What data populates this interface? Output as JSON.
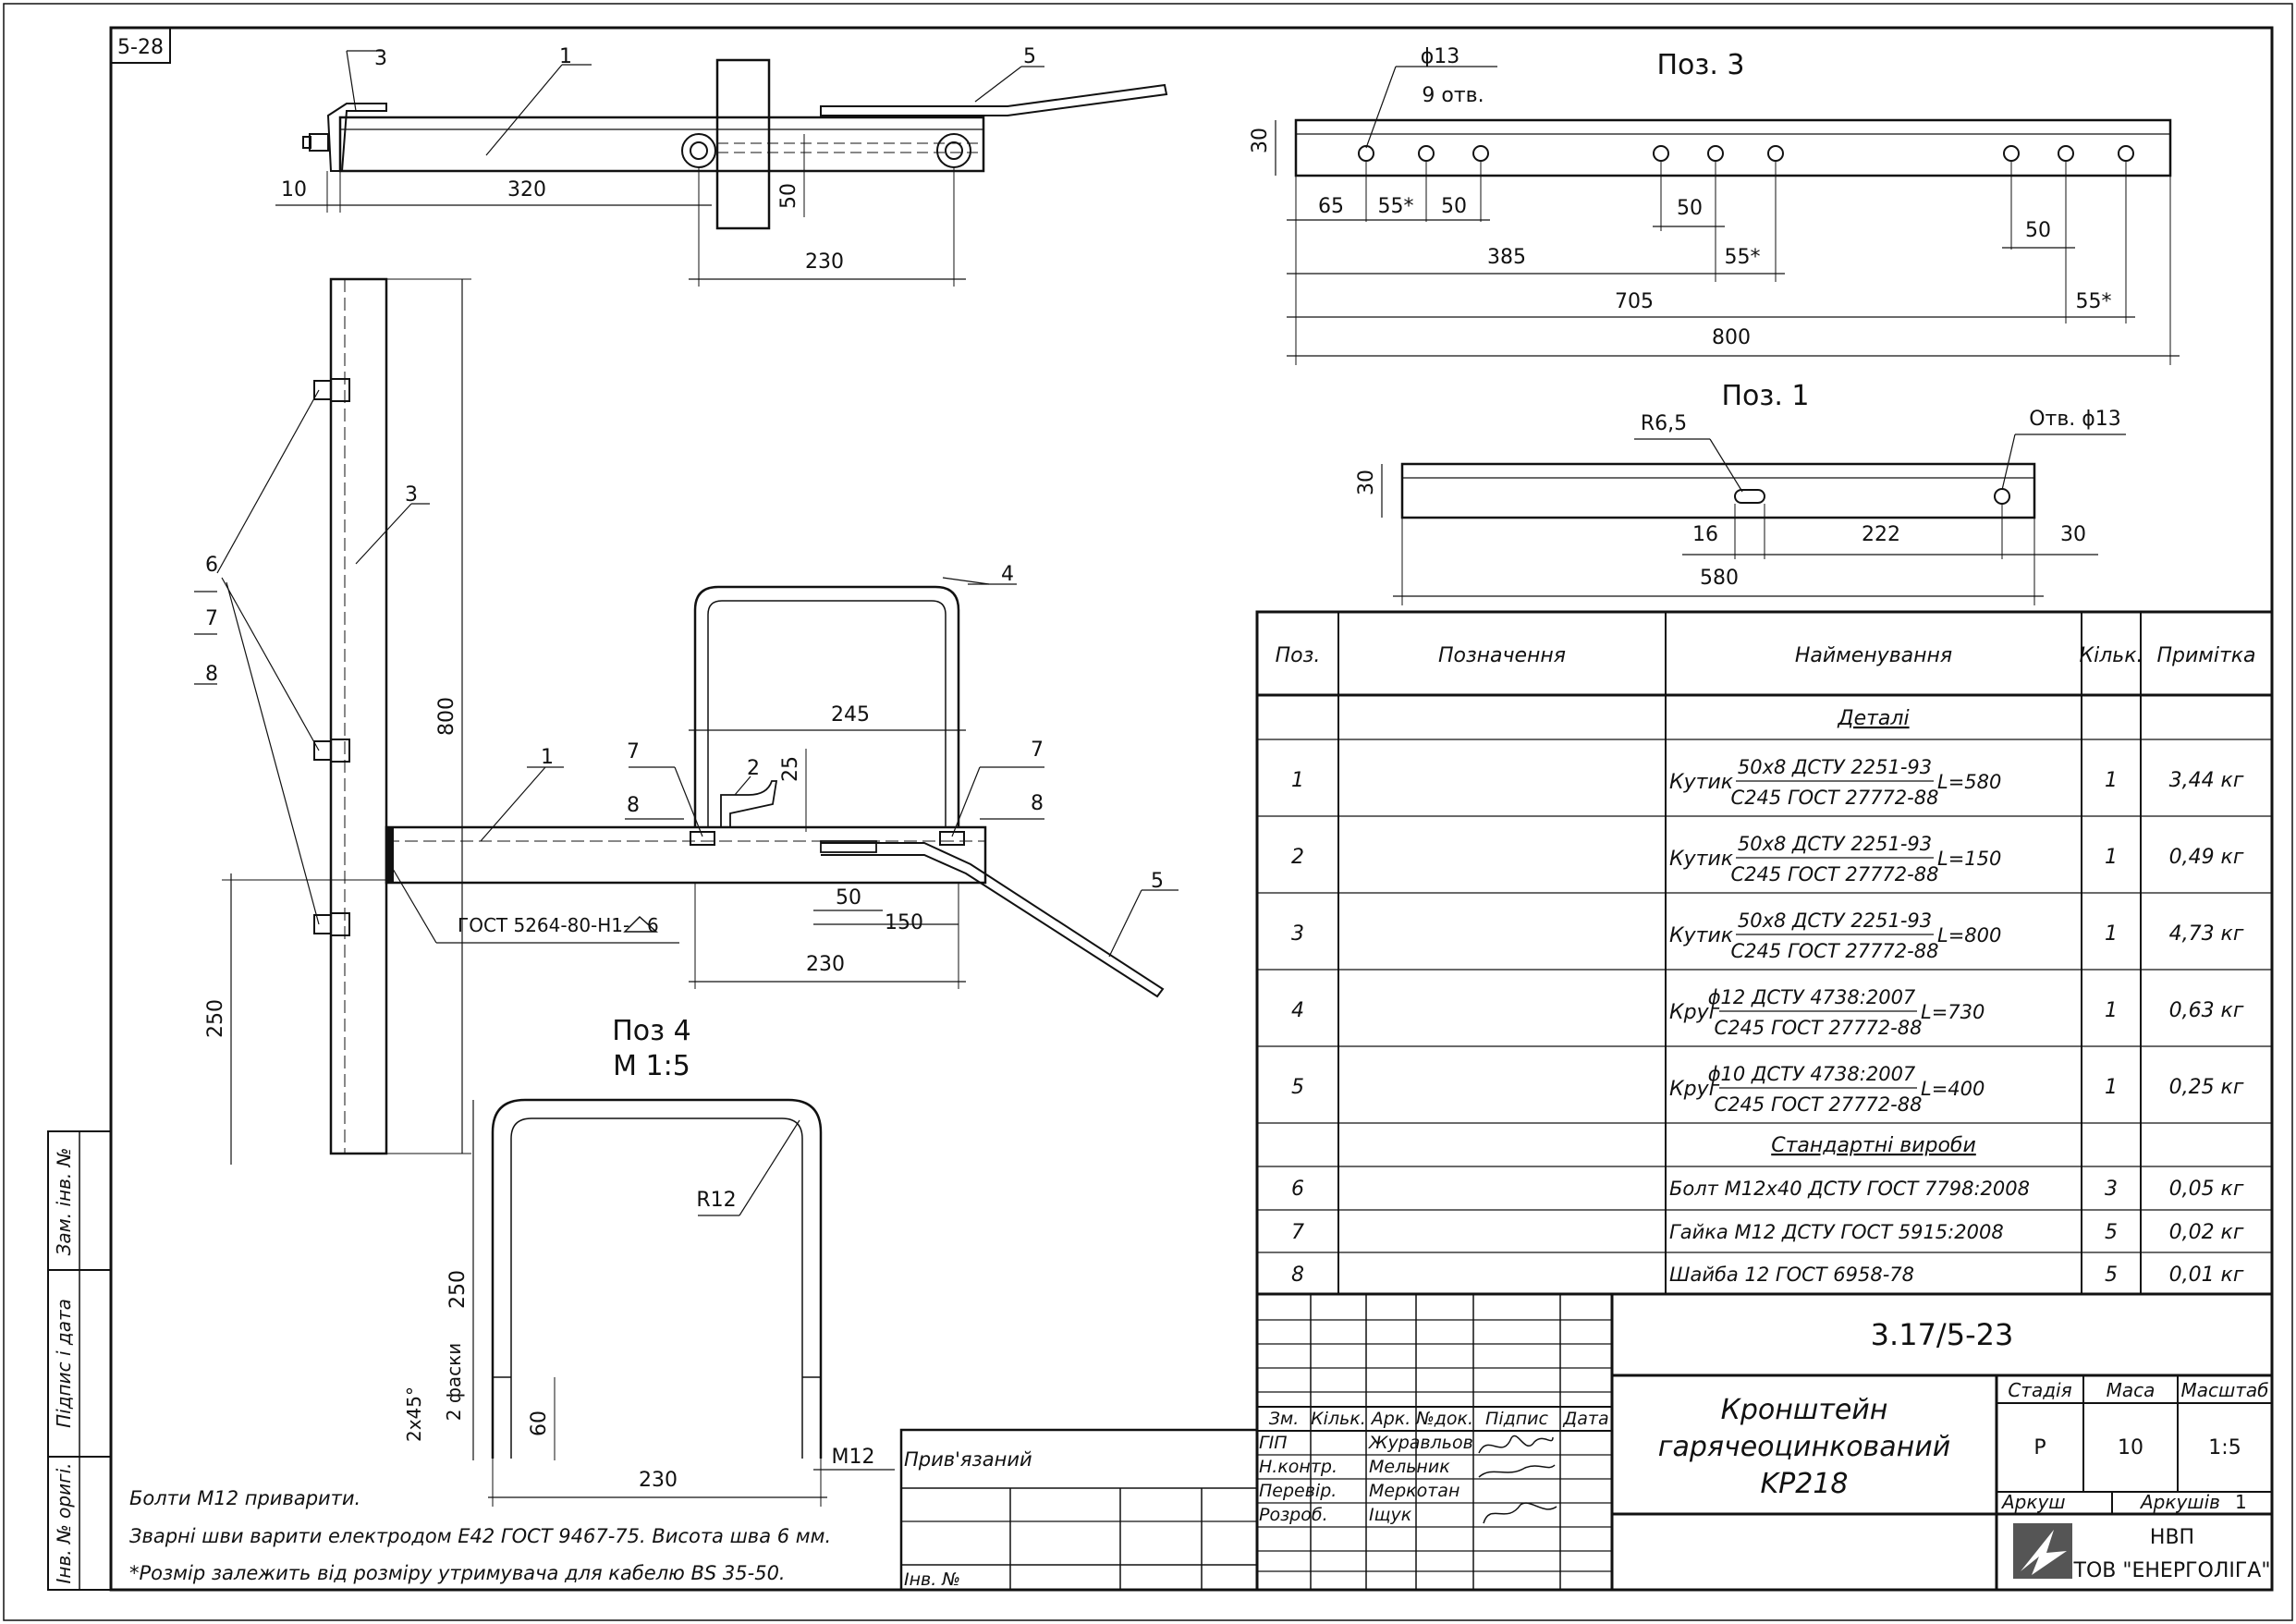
{
  "sheet": {
    "number": "5-28",
    "doc_code": "3.17/5-23",
    "title_lines": [
      "Кронштейн",
      "гарячеоцинкований",
      "KP218"
    ],
    "stage_label": "Стадія",
    "stage": "Р",
    "mass_label": "Маса",
    "mass": "10",
    "scale_label": "Масштаб",
    "scale": "1:5",
    "sheet_label": "Аркуш",
    "sheets_label": "Аркушів",
    "sheets": "1",
    "org_line1": "НВП",
    "org_line2": "ТОВ \"ЕНЕРГОЛІГА\""
  },
  "left_margin": {
    "label1": "Зам. інв. №",
    "label2": "Підпис і дата",
    "label3": "Інв. № оригі."
  },
  "bottom_block": {
    "attached": "Прив'язаний",
    "inv": "Інв. №"
  },
  "stamp": {
    "headers": [
      "Зм.",
      "Кільк.",
      "Арк.",
      "№док.",
      "Підпис",
      "Дата"
    ],
    "rows": [
      {
        "role": "ГІП",
        "name": "Журавльов"
      },
      {
        "role": "Н.контр.",
        "name": "Мельник"
      },
      {
        "role": "Перевір.",
        "name": "Меркотан"
      },
      {
        "role": "Розроб.",
        "name": "Іщук"
      }
    ]
  },
  "spec": {
    "headers": [
      "Поз.",
      "Позначення",
      "Найменування",
      "Кільк.",
      "Примітка"
    ],
    "section_details": "Деталі",
    "section_std": "Стандартні вироби",
    "details": [
      {
        "pos": "1",
        "prefix": "Кутик",
        "top": "50x8 ДСТУ 2251-93",
        "bottom": "С245 ГОСТ 27772-88",
        "len": "L=580",
        "qty": "1",
        "note": "3,44 кг"
      },
      {
        "pos": "2",
        "prefix": "Кутик",
        "top": "50x8 ДСТУ 2251-93",
        "bottom": "С245 ГОСТ 27772-88",
        "len": "L=150",
        "qty": "1",
        "note": "0,49 кг"
      },
      {
        "pos": "3",
        "prefix": "Кутик",
        "top": "50x8 ДСТУ 2251-93",
        "bottom": "С245 ГОСТ 27772-88",
        "len": "L=800",
        "qty": "1",
        "note": "4,73 кг"
      },
      {
        "pos": "4",
        "prefix": "Круг",
        "top": "ϕ12 ДСТУ 4738:2007",
        "bottom": "С245 ГОСТ 27772-88",
        "len": "L=730",
        "qty": "1",
        "note": "0,63 кг"
      },
      {
        "pos": "5",
        "prefix": "Круг",
        "top": "ϕ10 ДСТУ 4738:2007",
        "bottom": "С245 ГОСТ 27772-88",
        "len": "L=400",
        "qty": "1",
        "note": "0,25 кг"
      }
    ],
    "standard": [
      {
        "pos": "6",
        "name": "Болт М12х40 ДСТУ ГОСТ 7798:2008",
        "qty": "3",
        "note": "0,05 кг"
      },
      {
        "pos": "7",
        "name": "Гайка М12 ДСТУ ГОСТ 5915:2008",
        "qty": "5",
        "note": "0,02 кг"
      },
      {
        "pos": "8",
        "name": "Шайба 12 ГОСТ 6958-78",
        "qty": "5",
        "note": "0,01 кг"
      }
    ]
  },
  "notes": [
    "Болти М12 приварити.",
    "Зварні шви варити електродом Е42 ГОСТ 9467-75. Висота шва 6 мм.",
    "*Розмір залежить від розміру утримувача для кабелю BS 35-50."
  ],
  "pos3": {
    "title": "Поз. 3",
    "hole": "ϕ13",
    "holes": "9 отв.",
    "dims": {
      "h": "30",
      "a": "65",
      "b": "55*",
      "c": "50",
      "d": "50",
      "e": "385",
      "f": "55*",
      "g": "50",
      "i": "705",
      "j": "55*",
      "k": "800"
    }
  },
  "pos1": {
    "title": "Поз. 1",
    "radius": "R6,5",
    "hole": "Отв. ϕ13",
    "dims": {
      "h": "30",
      "a": "16",
      "b": "222",
      "c": "30",
      "d": "580"
    }
  },
  "pos4": {
    "title": "Поз 4",
    "scale": "М 1:5",
    "radius": "R12",
    "dims": {
      "h": "250",
      "chamfer1": "2x45°",
      "chamfer2": "2 фаски",
      "thread": "60",
      "w": "230",
      "m": "М12"
    }
  },
  "top_view": {
    "labels": [
      "3",
      "1",
      "5"
    ],
    "dims": {
      "a": "10",
      "b": "320",
      "c": "50",
      "d": "230"
    }
  },
  "front_view": {
    "labels": [
      "3",
      "6",
      "7",
      "8",
      "4",
      "1",
      "2",
      "7",
      "8",
      "7",
      "8",
      "5"
    ],
    "dims": {
      "h": "800",
      "a": "245",
      "b": "25",
      "c": "50",
      "d": "150",
      "e": "230",
      "f": "250"
    },
    "weld": "ГОСТ 5264-80-Н1-"
  }
}
